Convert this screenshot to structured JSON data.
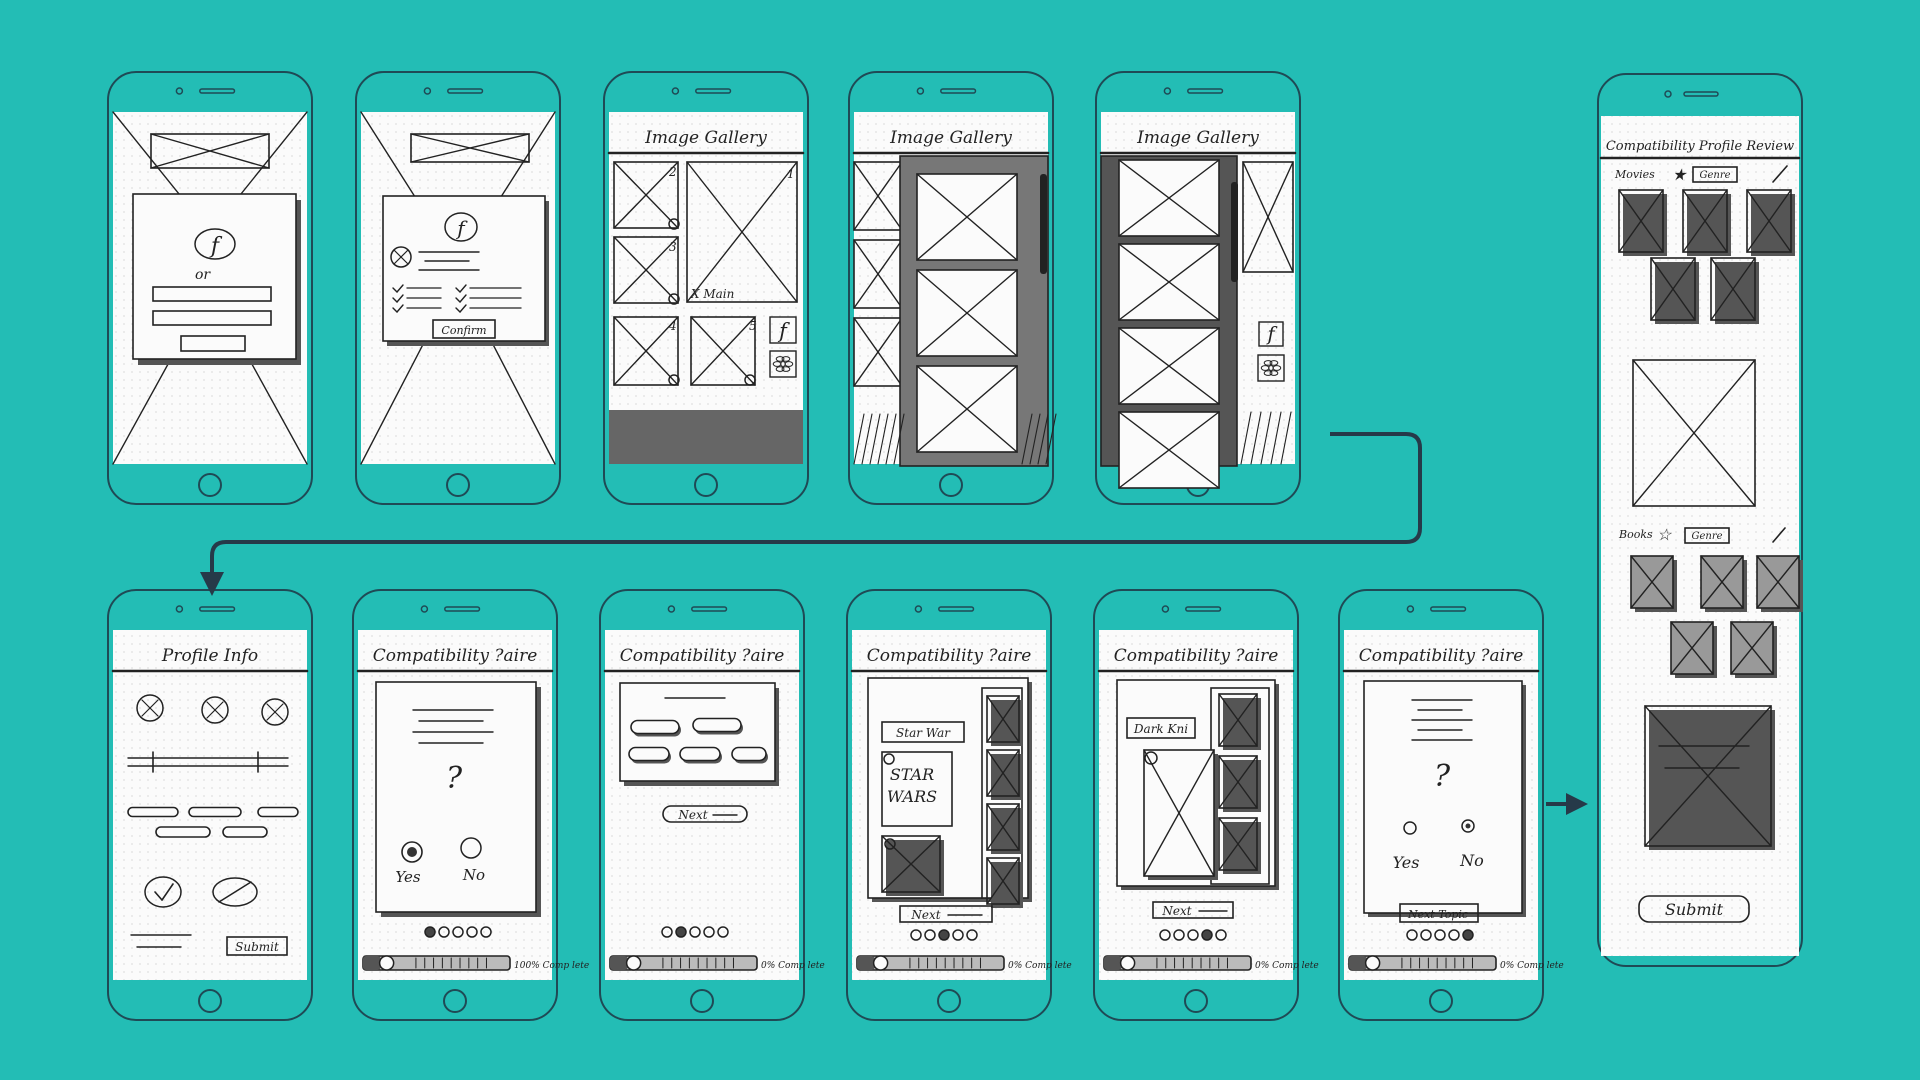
{
  "colors": {
    "background": "#23bdb5",
    "outline": "#1f4a55",
    "ink": "#222222",
    "paper": "#fbfbfb",
    "shade": "#555555",
    "arrow": "#263a49"
  },
  "gallery_title": "Image Gallery",
  "profile_info_title": "Profile Info",
  "questionnaire_title": "Compatibility ?aire",
  "review_title": "Compatibility Profile Review",
  "labels": {
    "or": "or",
    "confirm": "Confirm",
    "main": "X Main",
    "num1": "1",
    "num2": "2",
    "num3": "3",
    "num4": "4",
    "num5": "5",
    "submit": "Submit",
    "yes": "Yes",
    "no": "No",
    "next": "Next",
    "next_topic": "Next Topic",
    "star_wars_tag": "Star War",
    "star_wars_poster": "STAR WARS",
    "dark_knight_tag": "Dark Kni",
    "progress_100": "100% Comp lete",
    "progress_0": "0% Comp lete",
    "movies": "Movies",
    "books": "Books",
    "genre": "Genre"
  },
  "icons": [
    "facebook-icon",
    "instagram-icon",
    "star-icon",
    "pencil-icon",
    "arrow-icon"
  ]
}
